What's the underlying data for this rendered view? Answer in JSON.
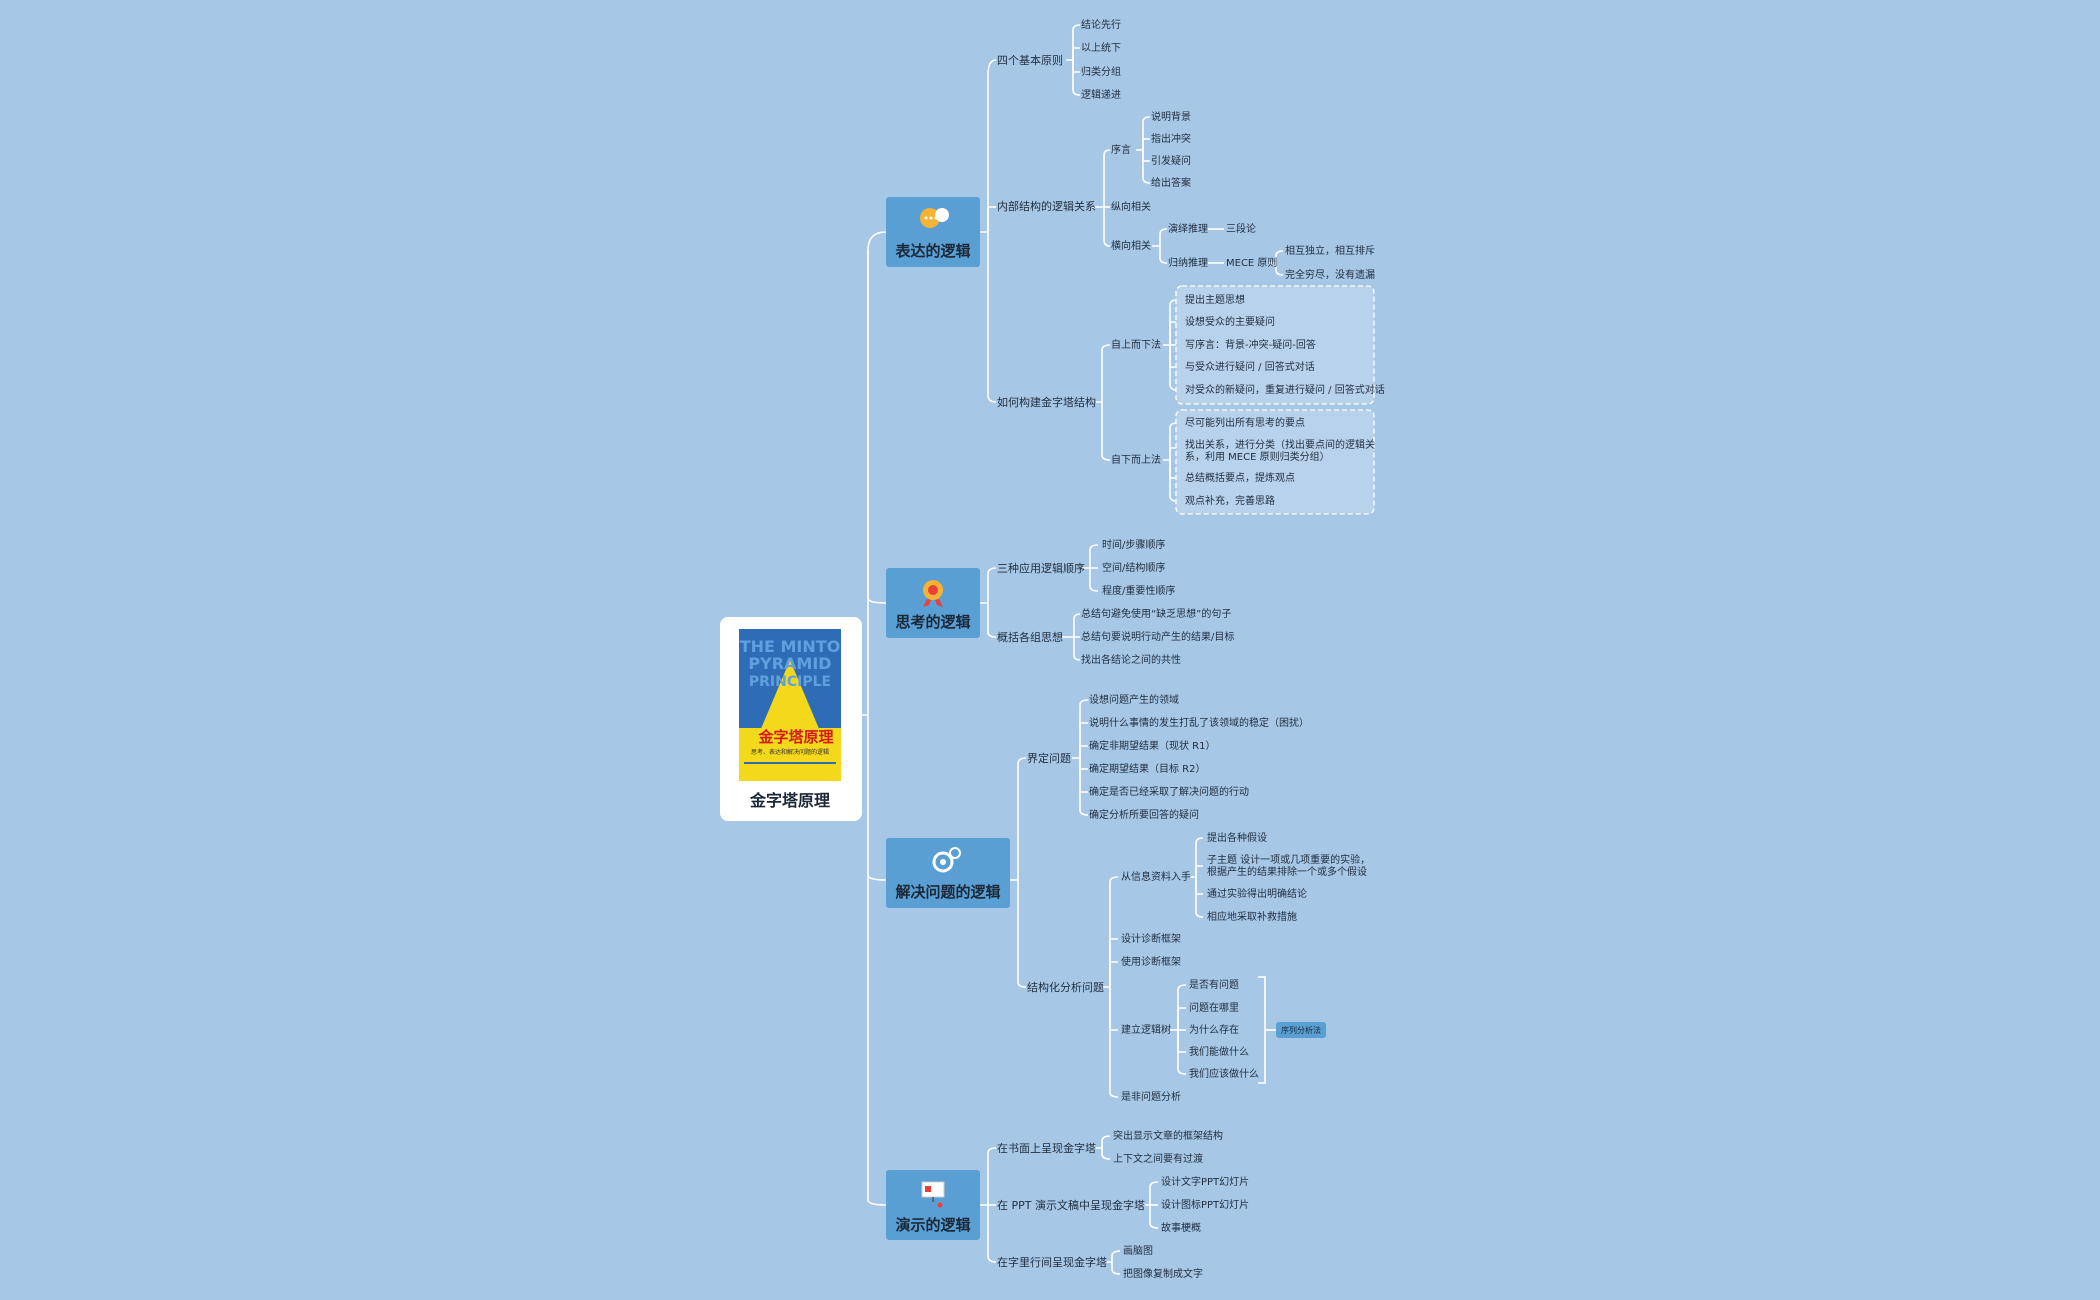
{
  "root": {
    "title": "金字塔原理",
    "cover": {
      "title_en_1": "THE MINTO",
      "title_en_2": "PYRAMID",
      "title_en_3": "PRINCIPLE",
      "title_cn": "金字塔原理",
      "subtitle_cn": "思考、表达和解决问题的逻辑"
    }
  },
  "branches": [
    {
      "id": "express",
      "label": "表达的逻辑",
      "icon": "speech-bubbles-icon",
      "children": [
        {
          "label": "四个基本原则",
          "children": [
            {
              "label": "结论先行"
            },
            {
              "label": "以上统下"
            },
            {
              "label": "归类分组"
            },
            {
              "label": "逻辑递进"
            }
          ]
        },
        {
          "label": "内部结构的逻辑关系",
          "children": [
            {
              "label": "序言",
              "children": [
                {
                  "label": "说明背景"
                },
                {
                  "label": "指出冲突"
                },
                {
                  "label": "引发疑问"
                },
                {
                  "label": "给出答案"
                }
              ]
            },
            {
              "label": "纵向相关"
            },
            {
              "label": "横向相关",
              "children": [
                {
                  "label": "演绎推理",
                  "children": [
                    {
                      "label": "三段论"
                    }
                  ]
                },
                {
                  "label": "归纳推理",
                  "children": [
                    {
                      "label": "MECE 原则",
                      "children": [
                        {
                          "label": "相互独立，相互排斥"
                        },
                        {
                          "label": "完全穷尽，没有遗漏"
                        }
                      ]
                    }
                  ]
                }
              ]
            }
          ]
        },
        {
          "label": "如何构建金字塔结构",
          "children": [
            {
              "label": "自上而下法",
              "children": [
                {
                  "label": "提出主题思想"
                },
                {
                  "label": "设想受众的主要疑问"
                },
                {
                  "label": "写序言：背景-冲突-疑问-回答"
                },
                {
                  "label": "与受众进行疑问 / 回答式对话"
                },
                {
                  "label": "对受众的新疑问，重复进行疑问 / 回答式对话"
                }
              ]
            },
            {
              "label": "自下而上法",
              "children": [
                {
                  "label": "尽可能列出所有思考的要点"
                },
                {
                  "label": "找出关系，进行分类（找出要点间的逻辑关",
                  "label2": "系，利用 MECE 原则归类分组）"
                },
                {
                  "label": "总结概括要点，提炼观点"
                },
                {
                  "label": "观点补充，完善思路"
                }
              ]
            }
          ]
        }
      ]
    },
    {
      "id": "think",
      "label": "思考的逻辑",
      "icon": "award-medal-icon",
      "children": [
        {
          "label": "三种应用逻辑顺序",
          "children": [
            {
              "label": "时间/步骤顺序"
            },
            {
              "label": "空间/结构顺序"
            },
            {
              "label": "程度/重要性顺序"
            }
          ]
        },
        {
          "label": "概括各组思想",
          "children": [
            {
              "label": "总结句避免使用“缺乏思想”的句子"
            },
            {
              "label": "总结句要说明行动产生的结果/目标"
            },
            {
              "label": "找出各结论之间的共性"
            }
          ]
        }
      ]
    },
    {
      "id": "solve",
      "label": "解决问题的逻辑",
      "icon": "gears-icon",
      "children": [
        {
          "label": "界定问题",
          "children": [
            {
              "label": "设想问题产生的领域"
            },
            {
              "label": "说明什么事情的发生打乱了该领域的稳定（困扰）"
            },
            {
              "label": "确定非期望结果（现状 R1）"
            },
            {
              "label": "确定期望结果（目标 R2）"
            },
            {
              "label": "确定是否已经采取了解决问题的行动"
            },
            {
              "label": "确定分析所要回答的疑问"
            }
          ]
        },
        {
          "label": "结构化分析问题",
          "children": [
            {
              "label": "从信息资料入手",
              "children": [
                {
                  "label": "提出各种假设"
                },
                {
                  "label": "子主题 设计一项或几项重要的实验，",
                  "label2": "根据产生的结果排除一个或多个假设"
                },
                {
                  "label": "通过实验得出明确结论"
                },
                {
                  "label": "相应地采取补救措施"
                }
              ]
            },
            {
              "label": "设计诊断框架"
            },
            {
              "label": "使用诊断框架"
            },
            {
              "label": "建立逻辑树",
              "children": [
                {
                  "label": "是否有问题"
                },
                {
                  "label": "问题在哪里"
                },
                {
                  "label": "为什么存在"
                },
                {
                  "label": "我们能做什么"
                },
                {
                  "label": "我们应该做什么"
                }
              ],
              "summary": "序列分析法"
            },
            {
              "label": "是非问题分析"
            }
          ]
        }
      ]
    },
    {
      "id": "present",
      "label": "演示的逻辑",
      "icon": "presentation-board-icon",
      "children": [
        {
          "label": "在书面上呈现金字塔",
          "children": [
            {
              "label": "突出显示文章的框架结构"
            },
            {
              "label": "上下文之间要有过渡"
            }
          ]
        },
        {
          "label": "在 PPT 演示文稿中呈现金字塔",
          "children": [
            {
              "label": "设计文字PPT幻灯片"
            },
            {
              "label": "设计图标PPT幻灯片"
            },
            {
              "label": "故事梗概"
            }
          ]
        },
        {
          "label": "在字里行间呈现金字塔",
          "children": [
            {
              "label": "画脑图"
            },
            {
              "label": "把图像复制成文字"
            }
          ]
        }
      ]
    }
  ],
  "colors": {
    "background": "#a7c7e7",
    "branch_box": "#5a9fd4",
    "lines": "#ffffff",
    "cover_blue": "#2e6db5",
    "cover_yellow": "#f4d81c"
  }
}
